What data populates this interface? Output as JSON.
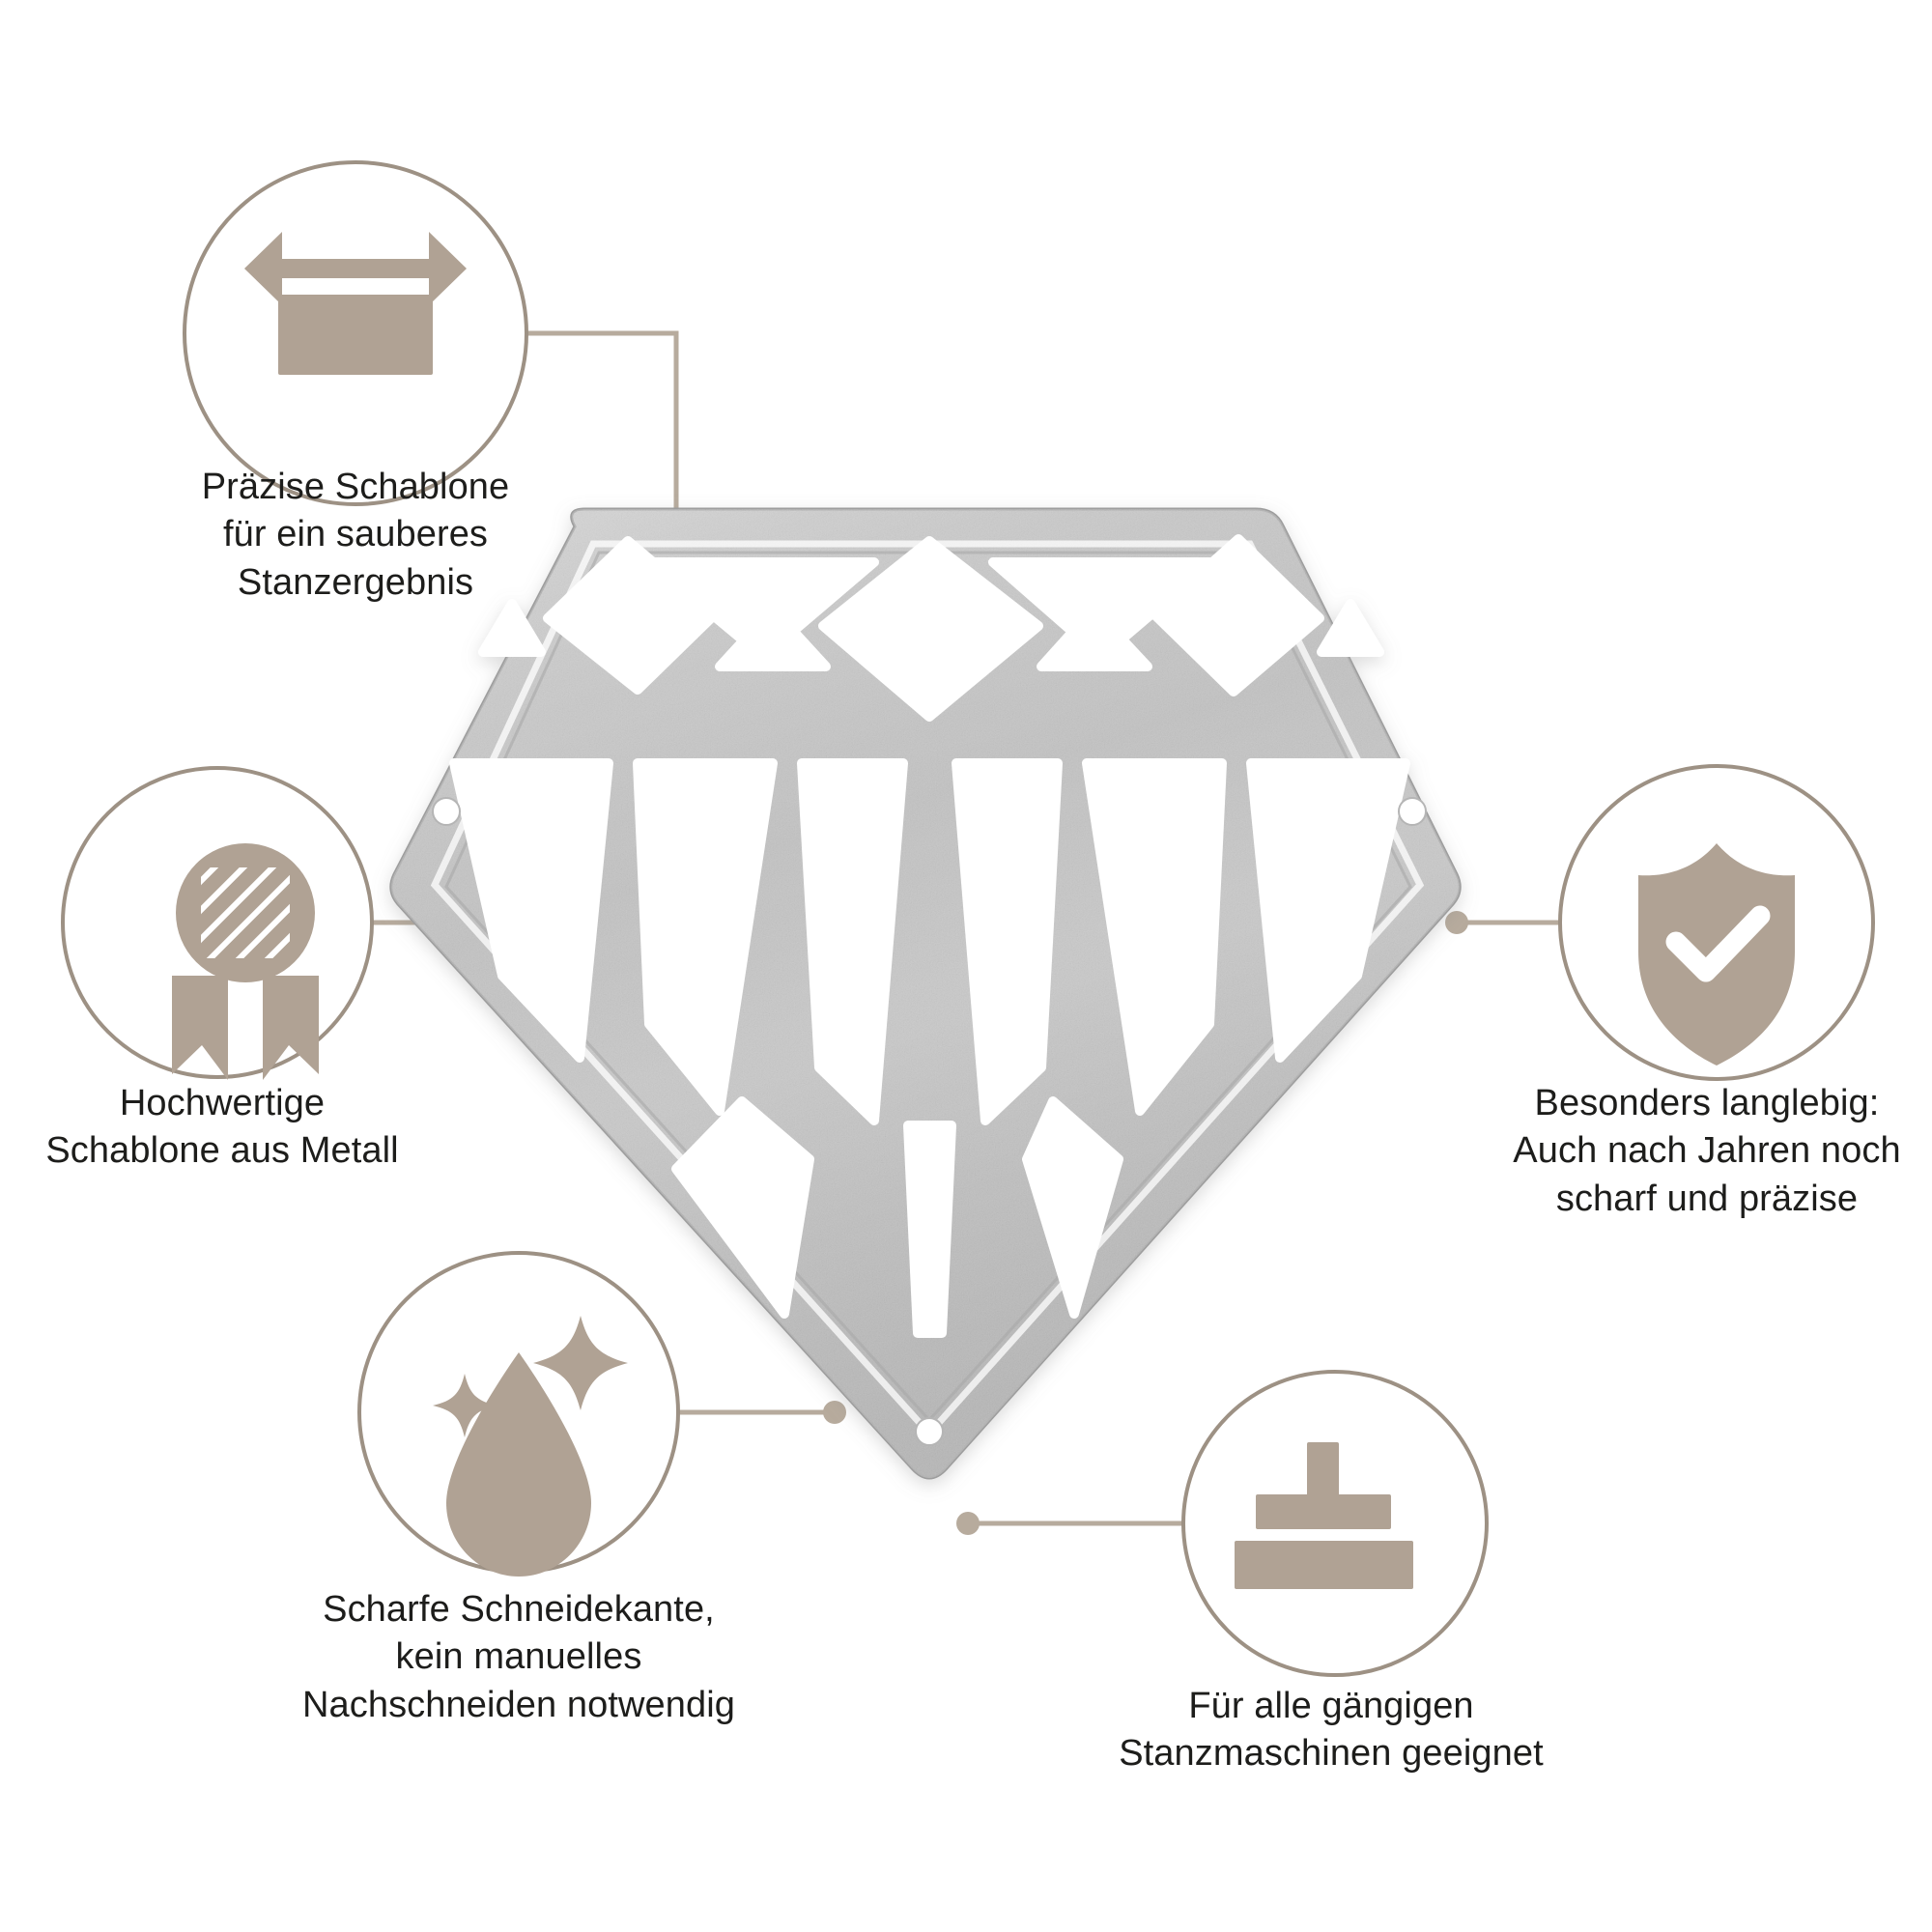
{
  "page": {
    "title": "Metall-Stanzschablone Diamant – Produktmerkmale",
    "background_color": "#ffffff"
  },
  "theme": {
    "accent_color": "#b0a294",
    "circle_stroke_color": "#9d9184",
    "connector_color": "#b7ab9d",
    "text_color": "#1d1d1b",
    "metal_light": "#f2f2f2",
    "metal_mid": "#c9c9c9",
    "metal_dark": "#9b9b9b"
  },
  "product": {
    "name": "diamant-stanzschablone",
    "shape": "diamond",
    "material_finish": "silver-textured-metal"
  },
  "callouts": [
    {
      "id": "praezise-schablone",
      "icon": "width-arrow-rectangle-icon",
      "icon_label": "Breiten-Pfeil über Rechteck",
      "text": "Präzise Schablone\nfür ein sauberes\nStanzergebnis",
      "position": "top-left"
    },
    {
      "id": "hochwertige-schablone",
      "icon": "quality-medal-icon",
      "icon_label": "Qualitätsmedaille mit Schraffur",
      "text": "Hochwertige\nSchablone aus Metall",
      "position": "middle-left"
    },
    {
      "id": "besonders-langlebig",
      "icon": "shield-check-icon",
      "icon_label": "Schild mit Häkchen",
      "text": "Besonders langlebig:\nAuch nach Jahren noch\nscharf und präzise",
      "position": "middle-right"
    },
    {
      "id": "scharfe-schneidekante",
      "icon": "droplet-sparkle-icon",
      "icon_label": "Tropfen mit Glanzsternen",
      "text": "Scharfe Schneidekante,\nkein manuelles\nNachschneiden notwendig",
      "position": "bottom-left"
    },
    {
      "id": "stanzmaschinen-geeignet",
      "icon": "stamp-press-icon",
      "icon_label": "Stempel / Stanzpresse",
      "text": "Für alle gängigen\nStanzmaschinen geeignet",
      "position": "bottom-right"
    }
  ]
}
